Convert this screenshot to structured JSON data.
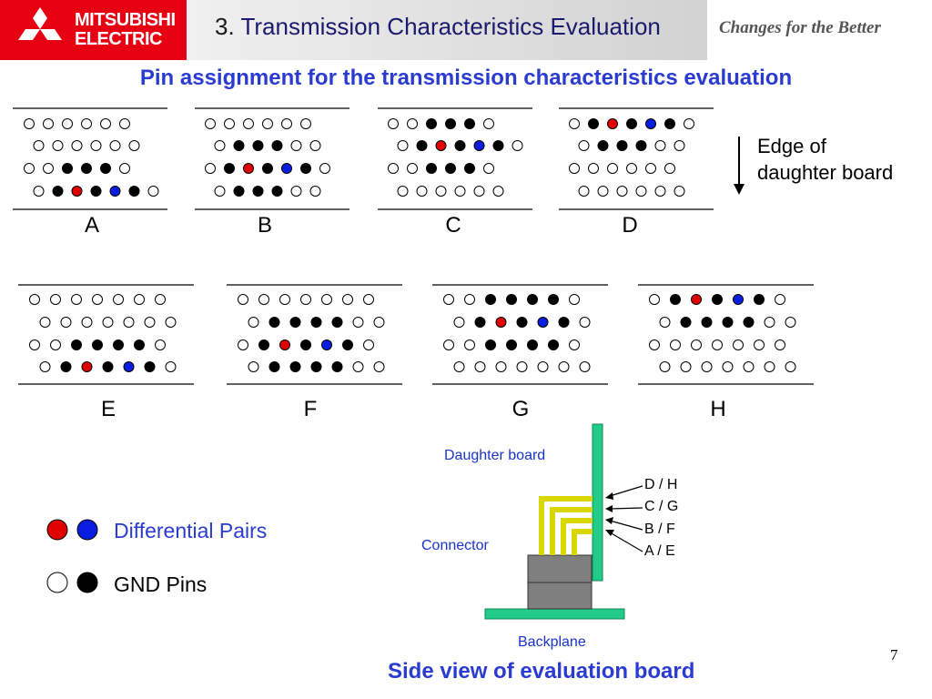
{
  "header": {
    "logo_line1": "MITSUBISHI",
    "logo_line2": "ELECTRIC",
    "title_number": "3.",
    "title_text": "Transmission Characteristics Evaluation",
    "slogan": "Changes for the Better"
  },
  "subtitle": "Pin assignment for the transmission characteristics evaluation",
  "colors": {
    "brand_red": "#e60012",
    "diff_red": "#e00000",
    "diff_blue": "#0a1ee0",
    "gnd_black": "#000000",
    "title_blue": "#2a3bd0",
    "board_green": "#22cc88",
    "connector_yellow": "#d8d800",
    "connector_gray": "#7f7f7f"
  },
  "patterns_top": [
    {
      "label": "A",
      "rows": [
        "oooooo",
        "oooooo",
        "oo***o",
        "o*r*b*o"
      ]
    },
    {
      "label": "B",
      "rows": [
        "oooooo",
        "o***oo",
        "o*r*b*o",
        "o***oo"
      ]
    },
    {
      "label": "C",
      "rows": [
        "oo***o",
        "o*r*b*o",
        "oo***o",
        "oooooo"
      ]
    },
    {
      "label": "D",
      "rows": [
        "o*r*b*o",
        "o***oo",
        "oooooo",
        "oooooo"
      ]
    }
  ],
  "patterns_bottom": [
    {
      "label": "E",
      "rows": [
        "ooooooo",
        "ooooooo",
        "oo****o",
        "o*r*b*o"
      ]
    },
    {
      "label": "F",
      "rows": [
        "ooooooo",
        "o****oo",
        "o*r*b*o",
        "o****oo"
      ]
    },
    {
      "label": "G",
      "rows": [
        "oo****o",
        "o*r*b*o",
        "oo****o",
        "ooooooo"
      ]
    },
    {
      "label": "H",
      "rows": [
        "o*r*b*o",
        "o****oo",
        "ooooooo",
        "ooooooo"
      ]
    }
  ],
  "edge_label": {
    "line1": "Edge of",
    "line2": "daughter board"
  },
  "legend": {
    "differential": "Differential Pairs",
    "gnd": "GND Pins"
  },
  "side_view": {
    "daughter_board_label": "Daughter board",
    "connector_label": "Connector",
    "backplane_label": "Backplane",
    "positions": [
      "D / H",
      "C / G",
      "B / F",
      "A / E"
    ],
    "title": "Side view of evaluation board"
  },
  "page_number": "7"
}
